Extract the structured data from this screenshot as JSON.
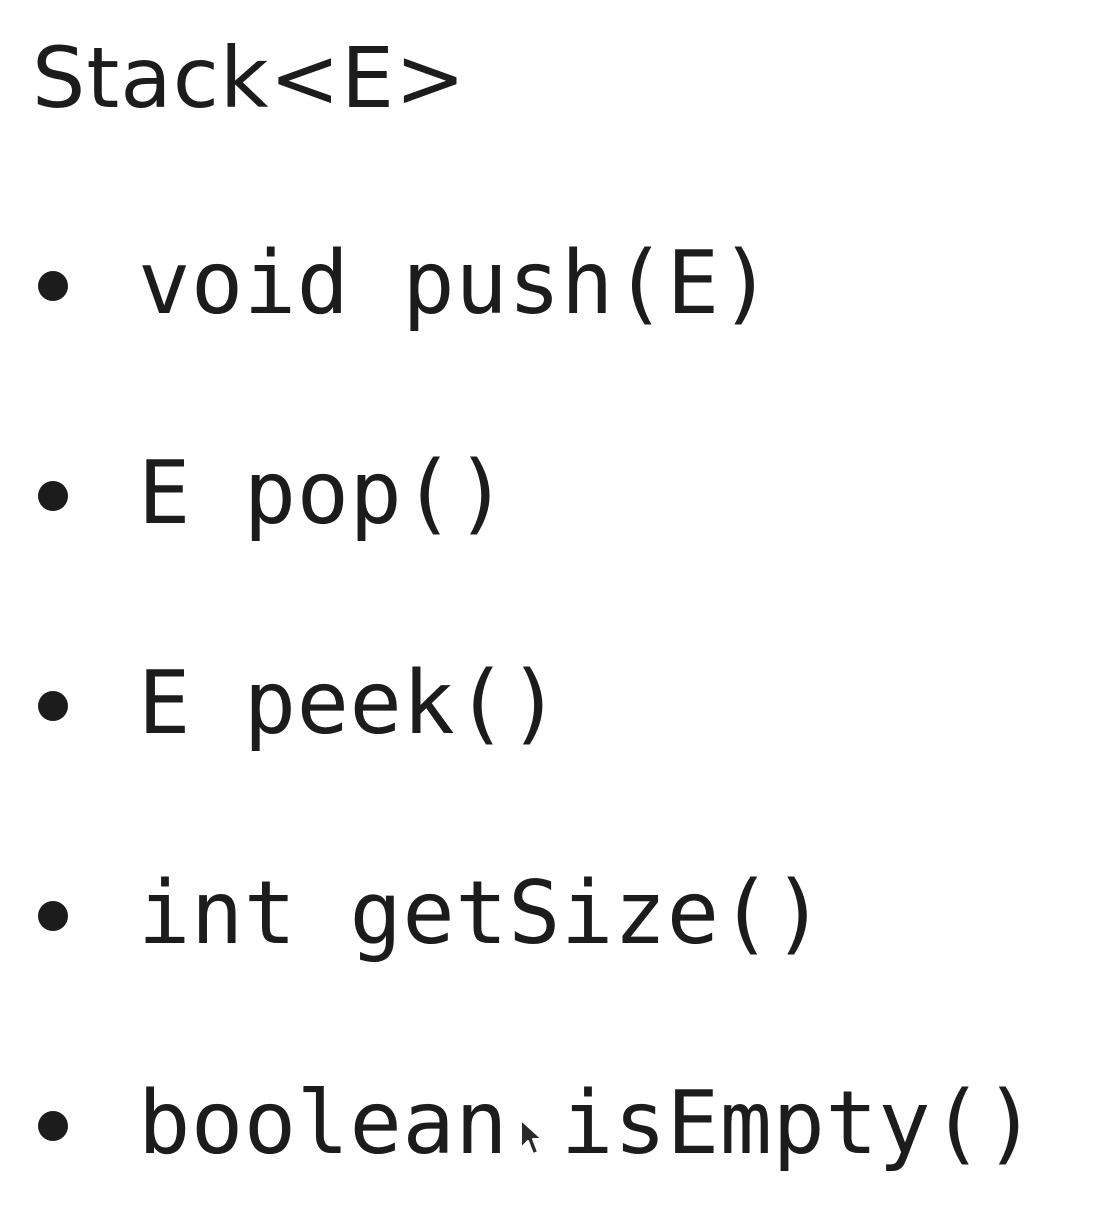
{
  "document": {
    "title": "Stack<E>",
    "methods": [
      {
        "signature": "void push(E)"
      },
      {
        "signature": "E pop()"
      },
      {
        "signature": "E peek()"
      },
      {
        "signature": "int getSize()"
      },
      {
        "signature": "boolean isEmpty()"
      }
    ]
  },
  "icons": {
    "bullet": "bullet-dot-icon",
    "cursor": "mouse-pointer-icon"
  },
  "colors": {
    "text": "#1c1c1c",
    "background": "#ffffff"
  }
}
